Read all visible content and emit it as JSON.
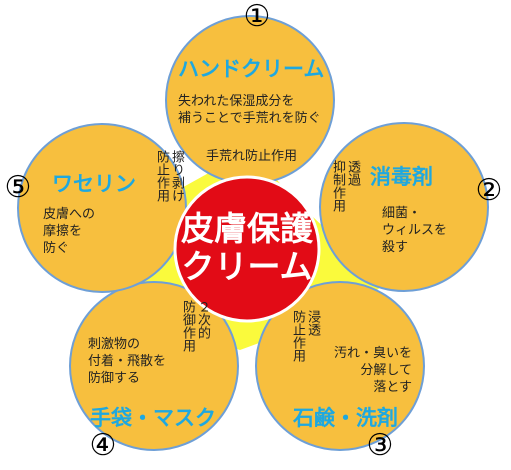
{
  "colors": {
    "petal_fill": "#F7BF3E",
    "petal_stroke": "#6E9FD6",
    "star_fill": "#FAFA3C",
    "center_fill": "#E20B16",
    "title_color": "#1EA8E0"
  },
  "center": {
    "title": "皮膚保護\nクリーム"
  },
  "petals": [
    {
      "number": "①",
      "title": "ハンドクリーム",
      "body": "失われた保湿成分を\n補うことで手荒れを防ぐ",
      "effect": "手荒れ防止作用"
    },
    {
      "number": "②",
      "title": "消毒剤",
      "body": "細菌・\nウィルスを\n殺す",
      "effect": "透過\n抑制作用"
    },
    {
      "number": "③",
      "title": "石鹸・洗剤",
      "body": "汚れ・臭いを\n分解して\n落とす",
      "effect": "浸透\n防止作用"
    },
    {
      "number": "④",
      "title": "手袋・マスク",
      "body": "刺激物の\n付着・飛散を\n防御する",
      "effect": "２次的\n防御作用"
    },
    {
      "number": "⑤",
      "title": "ワセリン",
      "body": "皮膚への\n摩擦を\n防ぐ",
      "effect": "擦り剥け\n防止作用"
    }
  ]
}
